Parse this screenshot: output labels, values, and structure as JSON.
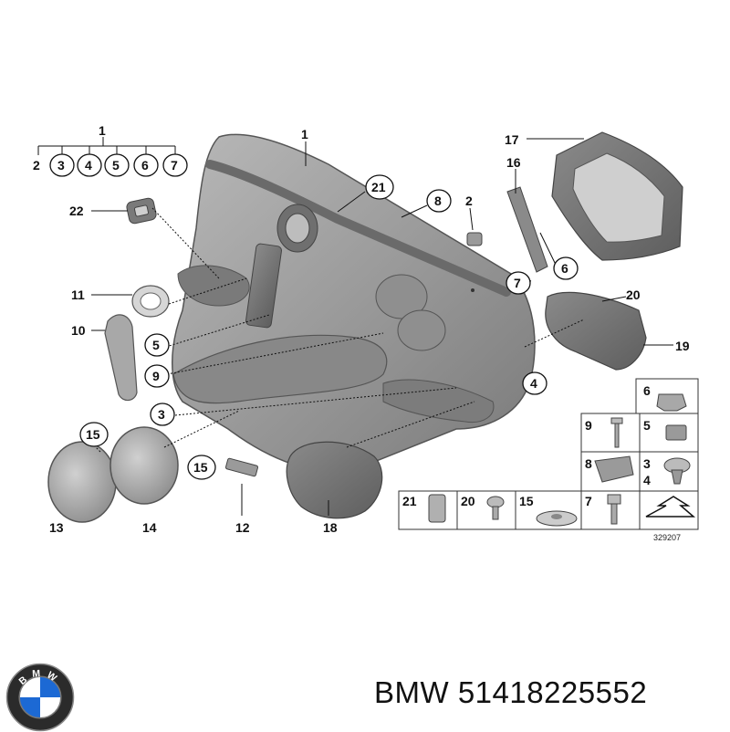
{
  "callouts": {
    "c1_top": "1",
    "c1_panel": "1",
    "row_2": "2",
    "row_3": "3",
    "row_4": "4",
    "row_5": "5",
    "row_6": "6",
    "row_7": "7",
    "c21": "21",
    "c8": "8",
    "c2": "2",
    "c22": "22",
    "c11": "11",
    "c10": "10",
    "c5": "5",
    "c9": "9",
    "c3": "3",
    "c15a": "15",
    "c15b": "15",
    "c13": "13",
    "c14": "14",
    "c12": "12",
    "c18": "18",
    "c17": "17",
    "c16": "16",
    "c7": "7",
    "c6": "6",
    "c20": "20",
    "c19": "19",
    "c4": "4"
  },
  "legend_grid": {
    "cell_6": "6",
    "cell_9": "9",
    "cell_5": "5",
    "cell_8": "8",
    "cell_3": "3",
    "cell_4": "4",
    "cell_21": "21",
    "cell_20": "20",
    "cell_15": "15",
    "cell_7": "7"
  },
  "drawing_number": "329207",
  "brand": {
    "logo_letters": "BMW",
    "caption": "BMW 51418225552"
  },
  "colors": {
    "panel": "#9a9a9a",
    "panel_dark": "#6f6f6f",
    "panel_light": "#c4c4c4",
    "line": "#111111",
    "logo_blue": "#1c69d4"
  }
}
